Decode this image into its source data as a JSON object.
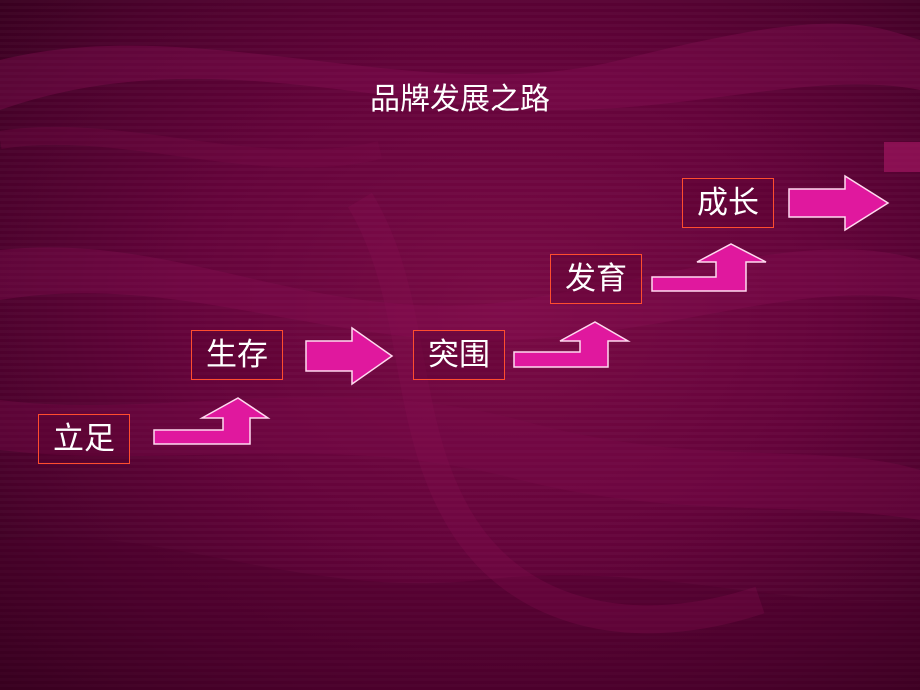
{
  "slide": {
    "title": "品牌发展之路",
    "steps": [
      {
        "label": "立足"
      },
      {
        "label": "生存"
      },
      {
        "label": "突围"
      },
      {
        "label": "发育"
      },
      {
        "label": "成长"
      }
    ]
  },
  "colors": {
    "background": "#64033a",
    "arrow_fill": "#e0189e",
    "box_border": "#ff4d2e",
    "text": "#ffffff"
  }
}
